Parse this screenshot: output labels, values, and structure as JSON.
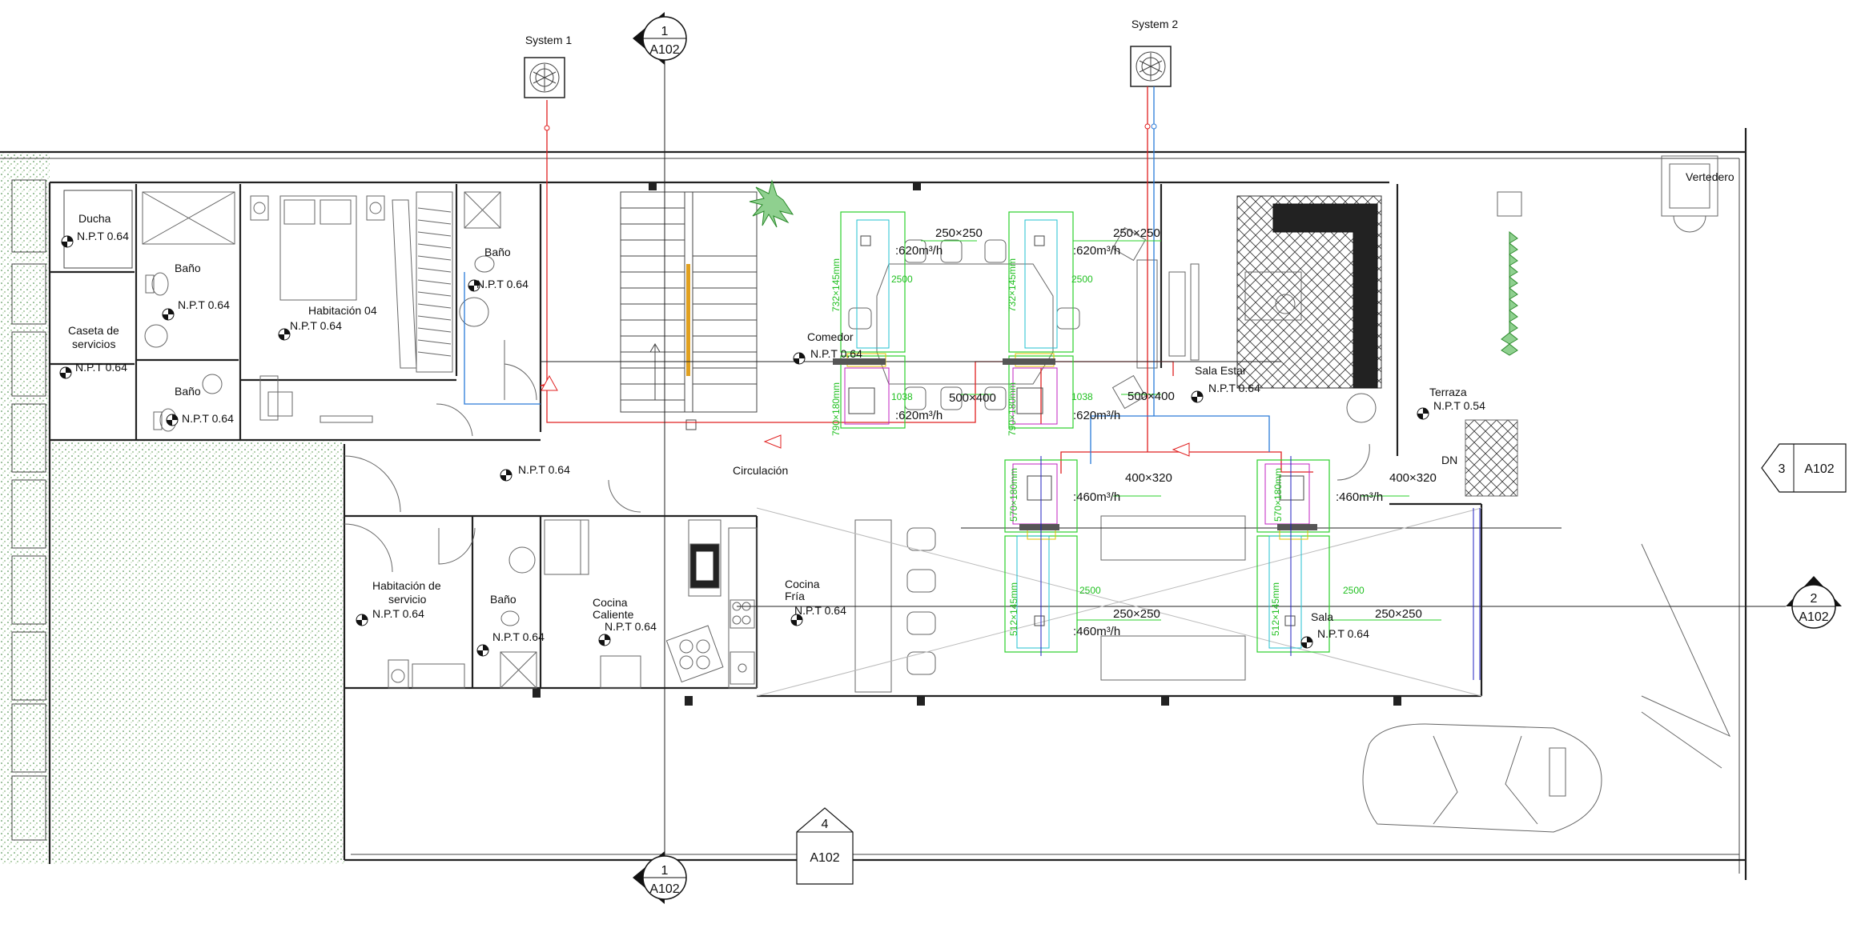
{
  "systems": {
    "system1": "System 1",
    "system2": "System 2"
  },
  "sections": {
    "s1_top_num": "1",
    "s1_top_sheet": "A102",
    "s1_bot_num": "1",
    "s1_bot_sheet": "A102",
    "s2_num": "2",
    "s2_sheet": "A102",
    "s3_num": "3",
    "s3_sheet": "A102",
    "s4_num": "4",
    "s4_sheet": "A102"
  },
  "rooms": {
    "ducha": "Ducha",
    "bano1": "Baño",
    "caseta_l1": "Caseta de",
    "caseta_l2": "servicios",
    "bano2": "Baño",
    "hab04": "Habitación 04",
    "bano3": "Baño",
    "comedor": "Comedor",
    "sala_estar": "Sala Estar",
    "terraza": "Terraza",
    "vertedero": "Vertedero",
    "circulacion": "Circulación",
    "hab_serv_l1": "Habitación de",
    "hab_serv_l2": "servicio",
    "bano4": "Baño",
    "cocina_c_l1": "Cocina",
    "cocina_c_l2": "Caliente",
    "cocina_f_l1": "Cocina",
    "cocina_f_l2": "Fría",
    "sala": "Sala",
    "dn": "DN"
  },
  "levels": {
    "l064": "N.P.T 0.64",
    "l054": "N.P.T 0.54"
  },
  "hvac": {
    "dim_250": "250×250",
    "dim_400_320": "400×320",
    "dim_500_400": "500×400",
    "flow_620": ":620m³/h",
    "flow_460": ":460m³/h",
    "duct_732": "732×145mm",
    "duct_790": "790×180mm",
    "duct_570": "570×180mm",
    "duct_512": "512×145mm",
    "num_2500": "2500",
    "num_1038": "1038"
  }
}
